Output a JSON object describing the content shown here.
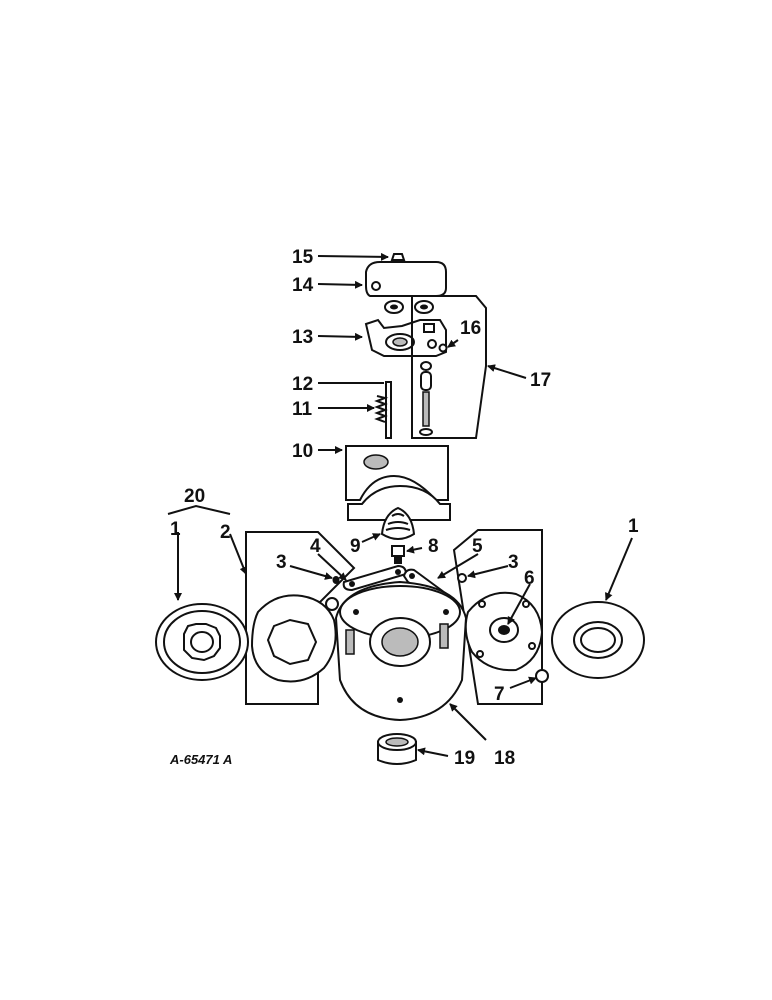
{
  "diagram": {
    "reference_code": "A-65471 A",
    "callouts": {
      "c1_left": "1",
      "c1_right": "1",
      "c2": "2",
      "c3_left": "3",
      "c3_right": "3",
      "c4": "4",
      "c5": "5",
      "c6": "6",
      "c7": "7",
      "c8": "8",
      "c9": "9",
      "c10": "10",
      "c11": "11",
      "c12": "12",
      "c13": "13",
      "c14": "14",
      "c15": "15",
      "c16": "16",
      "c17": "17",
      "c18": "18",
      "c19": "19",
      "c20": "20"
    }
  }
}
